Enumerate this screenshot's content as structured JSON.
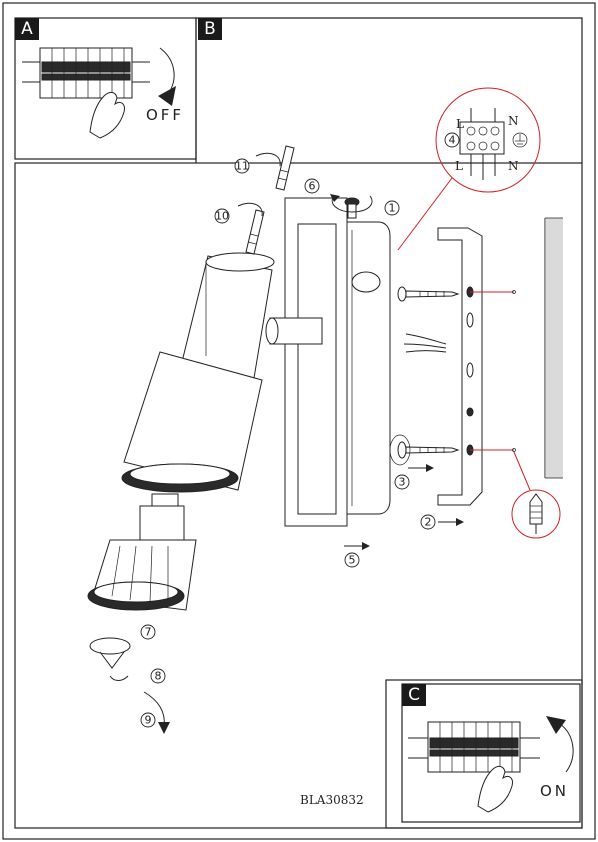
{
  "panels": {
    "a": {
      "letter": "A",
      "switch_label": "OFF"
    },
    "b": {
      "letter": "B"
    },
    "c": {
      "letter": "C",
      "switch_label": "ON"
    }
  },
  "steps": [
    "1",
    "2",
    "3",
    "4",
    "5",
    "6",
    "7",
    "8",
    "9",
    "10",
    "11"
  ],
  "terminal_labels": {
    "line": "L",
    "neutral": "N"
  },
  "product_code": "BLA30832",
  "colors": {
    "line": "#222222",
    "red_accent": "#d62020",
    "label_bg": "#1a1a1a"
  }
}
